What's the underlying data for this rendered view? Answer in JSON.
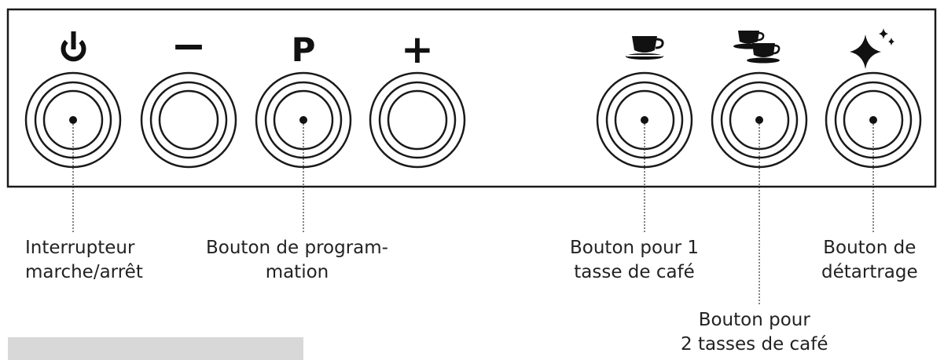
{
  "panel": {
    "buttons": [
      {
        "id": "power",
        "symbol": "power-icon",
        "has_dot": true
      },
      {
        "id": "minus",
        "symbol": "minus-icon",
        "text": "−",
        "has_dot": false
      },
      {
        "id": "program",
        "symbol": "letter-p-icon",
        "text": "P",
        "has_dot": true
      },
      {
        "id": "plus",
        "symbol": "plus-icon",
        "text": "+",
        "has_dot": false
      },
      {
        "id": "one-cup",
        "symbol": "single-cup-icon",
        "has_dot": true
      },
      {
        "id": "two-cups",
        "symbol": "double-cup-icon",
        "has_dot": true
      },
      {
        "id": "descale",
        "symbol": "sparkle-icon",
        "has_dot": true
      }
    ]
  },
  "labels": {
    "power": {
      "line1": "Interrupteur",
      "line2": "marche/arrêt"
    },
    "program": {
      "line1": "Bouton de program-",
      "line2": "mation"
    },
    "one_cup": {
      "line1": "Bouton pour 1",
      "line2": "tasse de café"
    },
    "descale": {
      "line1": "Bouton de",
      "line2": "détartrage"
    },
    "two_cups": {
      "line1": "Bouton pour",
      "line2": "2 tasses de café"
    }
  }
}
